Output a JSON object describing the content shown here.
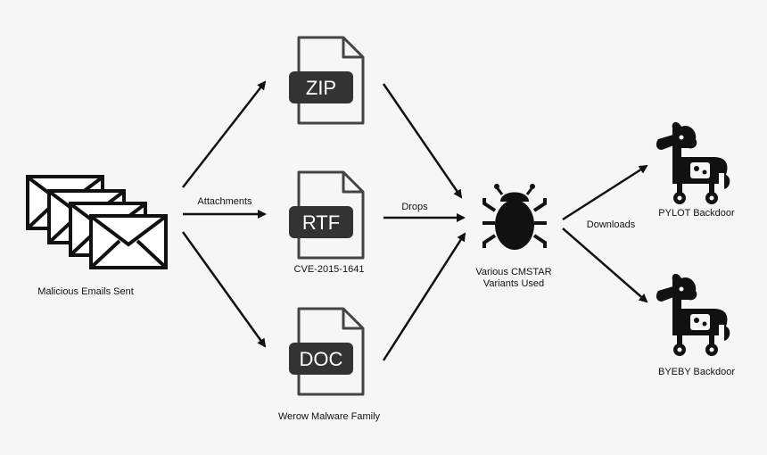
{
  "source": {
    "label": "Malicious Emails Sent"
  },
  "edge_labels": {
    "attachments": "Attachments",
    "drops": "Drops",
    "downloads": "Downloads"
  },
  "files": [
    {
      "badge": "ZIP",
      "caption": ""
    },
    {
      "badge": "RTF",
      "caption": "CVE-2015-1641"
    },
    {
      "badge": "DOC",
      "caption": "Werow Malware Family"
    }
  ],
  "malware": {
    "label_line1": "Various CMSTAR",
    "label_line2": "Variants Used"
  },
  "backdoors": [
    {
      "label": "PYLOT Backdoor"
    },
    {
      "label": "BYEBY Backdoor"
    }
  ],
  "icons": {
    "source": "envelope-stack-icon",
    "file": "document-icon",
    "malware": "bug-icon",
    "backdoor": "trojan-horse-icon"
  },
  "colors": {
    "ink": "#111111",
    "file_outline": "#444444",
    "background": "#f6f6f6"
  }
}
